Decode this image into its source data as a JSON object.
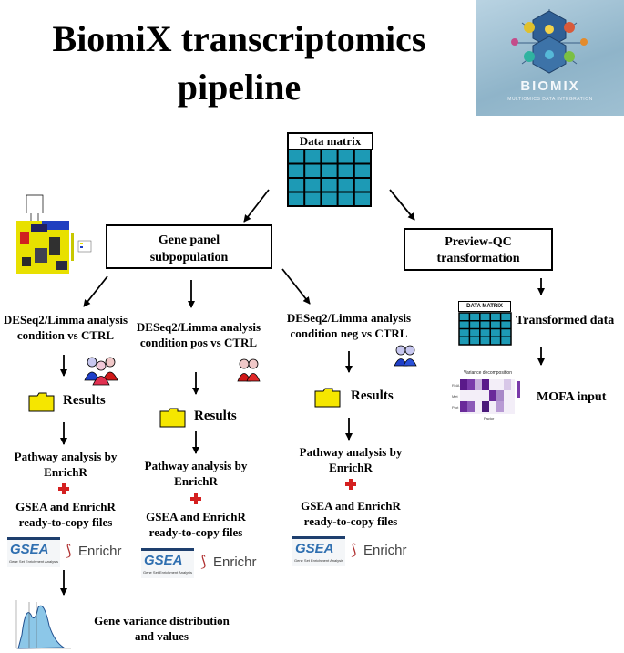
{
  "title_line1": "BiomiX transcriptomics",
  "title_line2": "pipeline",
  "logo": {
    "name": "BIOMIX",
    "subtitle": "MULTIOMICS DATA INTEGRATION"
  },
  "data_matrix_label": "Data matrix",
  "gene_panel": {
    "line1": "Gene panel",
    "line2": "subpopulation"
  },
  "preview_qc": {
    "line1": "Preview-QC",
    "line2": "transformation"
  },
  "branch1": {
    "analysis_line1": "DESeq2/Limma analysis",
    "analysis_line2": "condition vs CTRL",
    "results": "Results",
    "pathway_line1": "Pathway analysis by",
    "pathway_line2": "EnrichR",
    "gsea_line1": "GSEA and EnrichR",
    "gsea_line2": "ready-to-copy files"
  },
  "branch2": {
    "analysis_line1": "DESeq2/Limma analysis",
    "analysis_line2": "condition pos vs CTRL",
    "results": "Results",
    "pathway_line1": "Pathway analysis by",
    "pathway_line2": "EnrichR",
    "gsea_line1": "GSEA and EnrichR",
    "gsea_line2": "ready-to-copy files"
  },
  "branch3": {
    "analysis_line1": "DESeq2/Limma analysis",
    "analysis_line2": "condition neg vs CTRL",
    "results": "Results",
    "pathway_line1": "Pathway analysis by",
    "pathway_line2": "EnrichR",
    "gsea_line1": "GSEA and EnrichR",
    "gsea_line2": "ready-to-copy files"
  },
  "gsea_logo": {
    "name": "GSEA",
    "subtitle": "Gene Set Enrichment Analysis"
  },
  "enrichr_logo": "Enrichr",
  "variance": {
    "line1": "Gene variance distribution",
    "line2": "and values"
  },
  "transformed_matrix_label": "DATA MATRIX",
  "transformed_data": "Transformed data",
  "variance_plot": {
    "title": "Variance decomposition",
    "xlabel": "Factor"
  },
  "mofa_input": "MOFA input",
  "colors": {
    "matrix_teal": "#1d9ab5",
    "folder_yellow": "#f5e600",
    "red_cross": "#d42020"
  }
}
